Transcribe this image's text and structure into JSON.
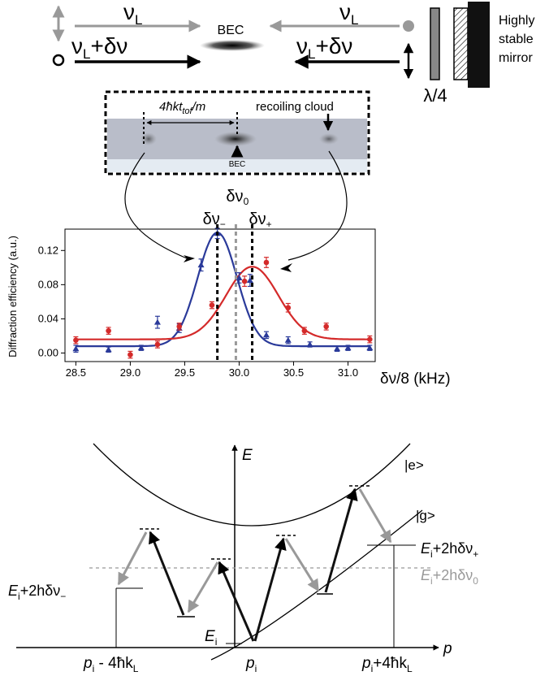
{
  "setup": {
    "nu_left_top": "ν",
    "nu_left_top_sub": "L",
    "nu_left_bottom": "ν",
    "nu_left_bottom_sub": "L",
    "nu_left_bottom_suffix": "+δν",
    "nu_right_top": "ν",
    "nu_right_top_sub": "L",
    "nu_right_bottom": "ν",
    "nu_right_bottom_sub": "L",
    "nu_right_bottom_suffix": "+δν",
    "bec_label": "BEC",
    "mirror_label": [
      "Highly",
      "stable",
      "mirror"
    ],
    "waveplate_label": "λ/4"
  },
  "absorption_image": {
    "distance_label_pre": "4",
    "distance_label_hbar": "ħ",
    "distance_label_k": "kt",
    "distance_label_sub": "tof",
    "distance_label_post": "/m",
    "recoil_label": "recoiling cloud",
    "bec_small_label": "BEC"
  },
  "chart_data": {
    "type": "scatter",
    "xlabel": "δν/8 (kHz)",
    "ylabel": "Diffraction efficiency (a.u.)",
    "xlim": [
      28.4,
      31.25
    ],
    "ylim": [
      -0.01,
      0.145
    ],
    "x_ticks": [
      "28.5",
      "29.0",
      "29.5",
      "30.0",
      "30.5",
      "31.0"
    ],
    "y_ticks": [
      "0.00",
      "0.04",
      "0.08",
      "0.12"
    ],
    "markers": {
      "delta_minus": {
        "x": 29.8,
        "label": "δν",
        "sub": "−"
      },
      "delta_zero": {
        "x": 29.97,
        "label": "δν",
        "sub": "0"
      },
      "delta_plus": {
        "x": 30.12,
        "label": "δν",
        "sub": "+"
      }
    },
    "series": [
      {
        "color": "#2a3a9a",
        "marker": "triangle",
        "x": [
          28.5,
          28.8,
          29.1,
          29.25,
          29.45,
          29.65,
          29.8,
          30.0,
          30.1,
          30.25,
          30.45,
          30.65,
          30.9,
          31.0,
          31.2
        ],
        "y": [
          0.005,
          0.004,
          0.006,
          0.036,
          0.029,
          0.103,
          0.14,
          0.088,
          0.085,
          0.021,
          0.015,
          0.01,
          0.005,
          0.006,
          0.006
        ],
        "err": [
          0.004,
          0.003,
          0.003,
          0.007,
          0.005,
          0.007,
          0.006,
          0.006,
          0.007,
          0.004,
          0.004,
          0.003,
          0.003,
          0.003,
          0.003
        ],
        "fit": {
          "base": 0.008,
          "amp": 0.133,
          "center": 29.8,
          "sigma": 0.18
        }
      },
      {
        "color": "#d42a2a",
        "marker": "circle",
        "x": [
          28.5,
          28.8,
          29.0,
          29.25,
          29.45,
          29.75,
          30.05,
          30.25,
          30.45,
          30.6,
          30.8,
          31.2
        ],
        "y": [
          0.015,
          0.026,
          -0.002,
          0.01,
          0.031,
          0.056,
          0.084,
          0.106,
          0.053,
          0.026,
          0.031,
          0.016
        ],
        "err": [
          0.004,
          0.004,
          0.004,
          0.004,
          0.004,
          0.004,
          0.006,
          0.006,
          0.005,
          0.004,
          0.004,
          0.004
        ],
        "fit": {
          "base": 0.016,
          "amp": 0.085,
          "center": 30.12,
          "sigma": 0.24
        }
      }
    ]
  },
  "energy_diagram": {
    "axis_E": "E",
    "axis_p": "p",
    "excited_label": "|e>",
    "ground_label": "|g>",
    "Ei_label": "E",
    "Ei_sub": "i",
    "left_energy": {
      "E": "E",
      "sub": "i",
      "rest": "+2hδν",
      "sub2": "−"
    },
    "right_energy_plus": {
      "E": "E",
      "sub": "i",
      "rest": "+2hδν",
      "sub2": "+"
    },
    "right_energy_zero": {
      "E": "E",
      "sub": "i",
      "rest": "+2hδν",
      "sub2": "0"
    },
    "p_left": {
      "p": "p",
      "sub": "i",
      "rest": " - 4ħk",
      "sub2": "L"
    },
    "p_center": {
      "p": "p",
      "sub": "i"
    },
    "p_right": {
      "p": "p",
      "sub": "i",
      "rest": "+4ħk",
      "sub2": "L"
    }
  }
}
